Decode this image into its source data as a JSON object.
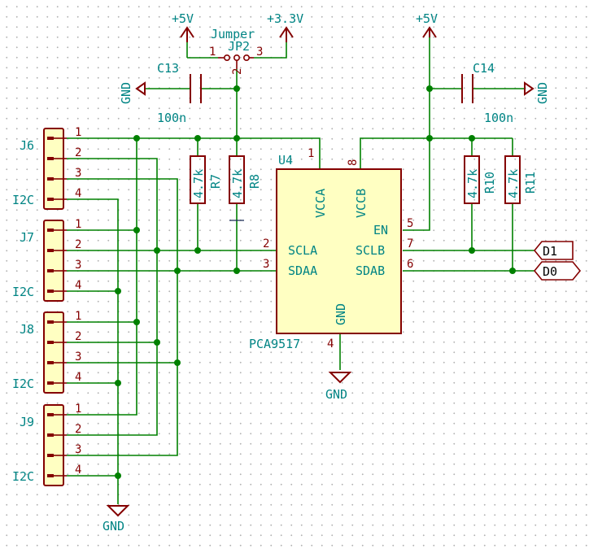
{
  "labels": {
    "plus5v": "+5V",
    "plus3v3": "+3.3V",
    "gnd": "GND",
    "jumper_value": "Jumper",
    "jumper_ref": "JP2",
    "c13_ref": "C13",
    "c13_value": "100n",
    "c14_ref": "C14",
    "c14_value": "100n",
    "res_value": "4.7k",
    "r7": "R7",
    "r8": "R8",
    "r10": "R10",
    "r11": "R11",
    "u4_ref": "U4",
    "u4_value": "PCA9517",
    "i2c": "I2C"
  },
  "connectors": [
    "J6",
    "J7",
    "J8",
    "J9"
  ],
  "connector_pins": [
    "1",
    "2",
    "3",
    "4"
  ],
  "jumper_pins": [
    "1",
    "2",
    "3"
  ],
  "u4_pins": {
    "vcca": {
      "name": "VCCA",
      "num": "1"
    },
    "vccb": {
      "name": "VCCB",
      "num": "8"
    },
    "en": {
      "name": "EN",
      "num": "5"
    },
    "scla": {
      "name": "SCLA",
      "num": "2"
    },
    "sdaa": {
      "name": "SDAA",
      "num": "3"
    },
    "sclb": {
      "name": "SCLB",
      "num": "7"
    },
    "sdab": {
      "name": "SDAB",
      "num": "6"
    },
    "gnd": {
      "name": "GND",
      "num": "4"
    }
  },
  "net_labels": {
    "d1": "D1",
    "d0": "D0"
  },
  "colors": {
    "wire": "#008000",
    "component": "#840000",
    "body_fill": "#ffffc2",
    "text": "#008484",
    "label": "#000000"
  }
}
